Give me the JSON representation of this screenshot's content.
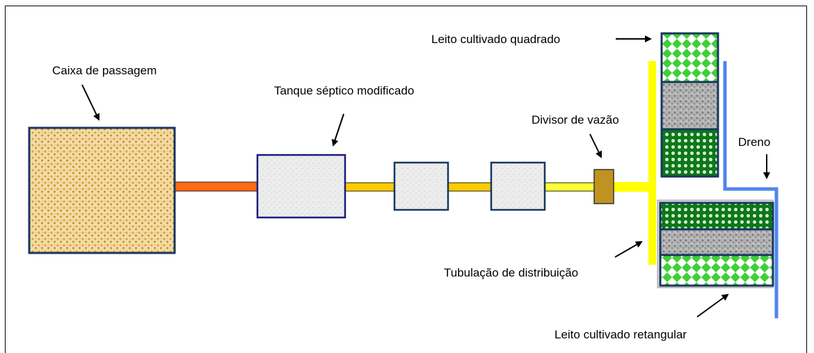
{
  "labels": {
    "caixa": "Caixa de passagem",
    "tanque": "Tanque séptico modificado",
    "divisor": "Divisor de vazão",
    "leito_quadrado": "Leito cultivado quadrado",
    "dreno": "Dreno",
    "tubulacao": "Tubulação de distribuição",
    "leito_retangular": "Leito cultivado retangular"
  },
  "colors": {
    "box_border": "#17375e",
    "pipe_orange": "#ff6a13",
    "pipe_yellow": "#ffcc00",
    "distribution_yellow": "#ffff00",
    "drain_blue": "#4f86ec",
    "divider_brown": "#c09222",
    "sand": "#f2d8a0",
    "concrete": "#ececec",
    "green": "#14a020"
  }
}
